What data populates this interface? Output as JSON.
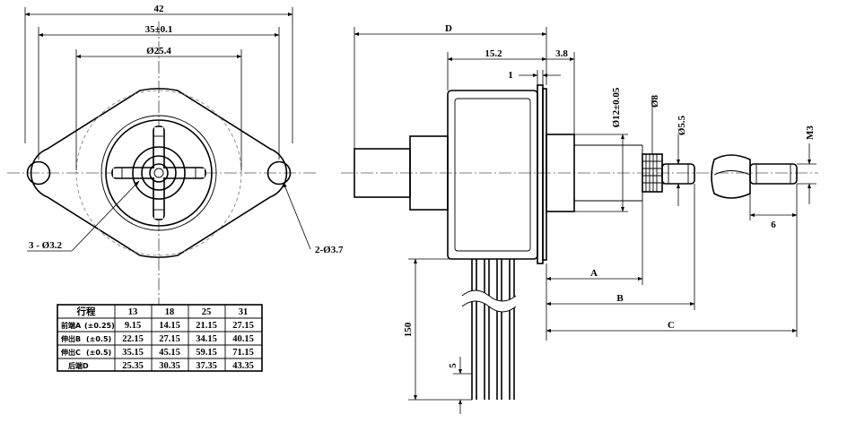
{
  "front_view": {
    "dim_overall": "42",
    "dim_hole_spacing": "35±0.1",
    "dim_body_dia": "Ø25.4",
    "label_holes_small": "3 - Ø3.2",
    "label_holes_mount": "2-Ø3.7"
  },
  "side_view": {
    "dim_d": "D",
    "dim_body": "15.2",
    "dim_flange": "3.8",
    "dim_gap": "1",
    "dim_boss_dia": "Ø12±0.05",
    "dim_nut_dia": "Ø8",
    "dim_shaft_dia": "Ø5.5",
    "dim_thread": "M3",
    "dim_tip": "6",
    "dim_a": "A",
    "dim_b": "B",
    "dim_c": "C",
    "dim_lead_len": "150",
    "dim_strip": "5"
  },
  "table": {
    "header": [
      "行程",
      "13",
      "18",
      "25",
      "31"
    ],
    "rows": [
      {
        "label": "前端A",
        "tol": "(±0.25)",
        "values": [
          "9.15",
          "14.15",
          "21.15",
          "27.15"
        ]
      },
      {
        "label": "伸出B",
        "tol": "(±0.5)",
        "values": [
          "22.15",
          "27.15",
          "34.15",
          "40.15"
        ]
      },
      {
        "label": "伸出C",
        "tol": "(±0.5)",
        "values": [
          "35.15",
          "45.15",
          "59.15",
          "71.15"
        ]
      },
      {
        "label": "后端D",
        "tol": "",
        "values": [
          "25.35",
          "30.35",
          "37.35",
          "43.35"
        ]
      }
    ]
  }
}
